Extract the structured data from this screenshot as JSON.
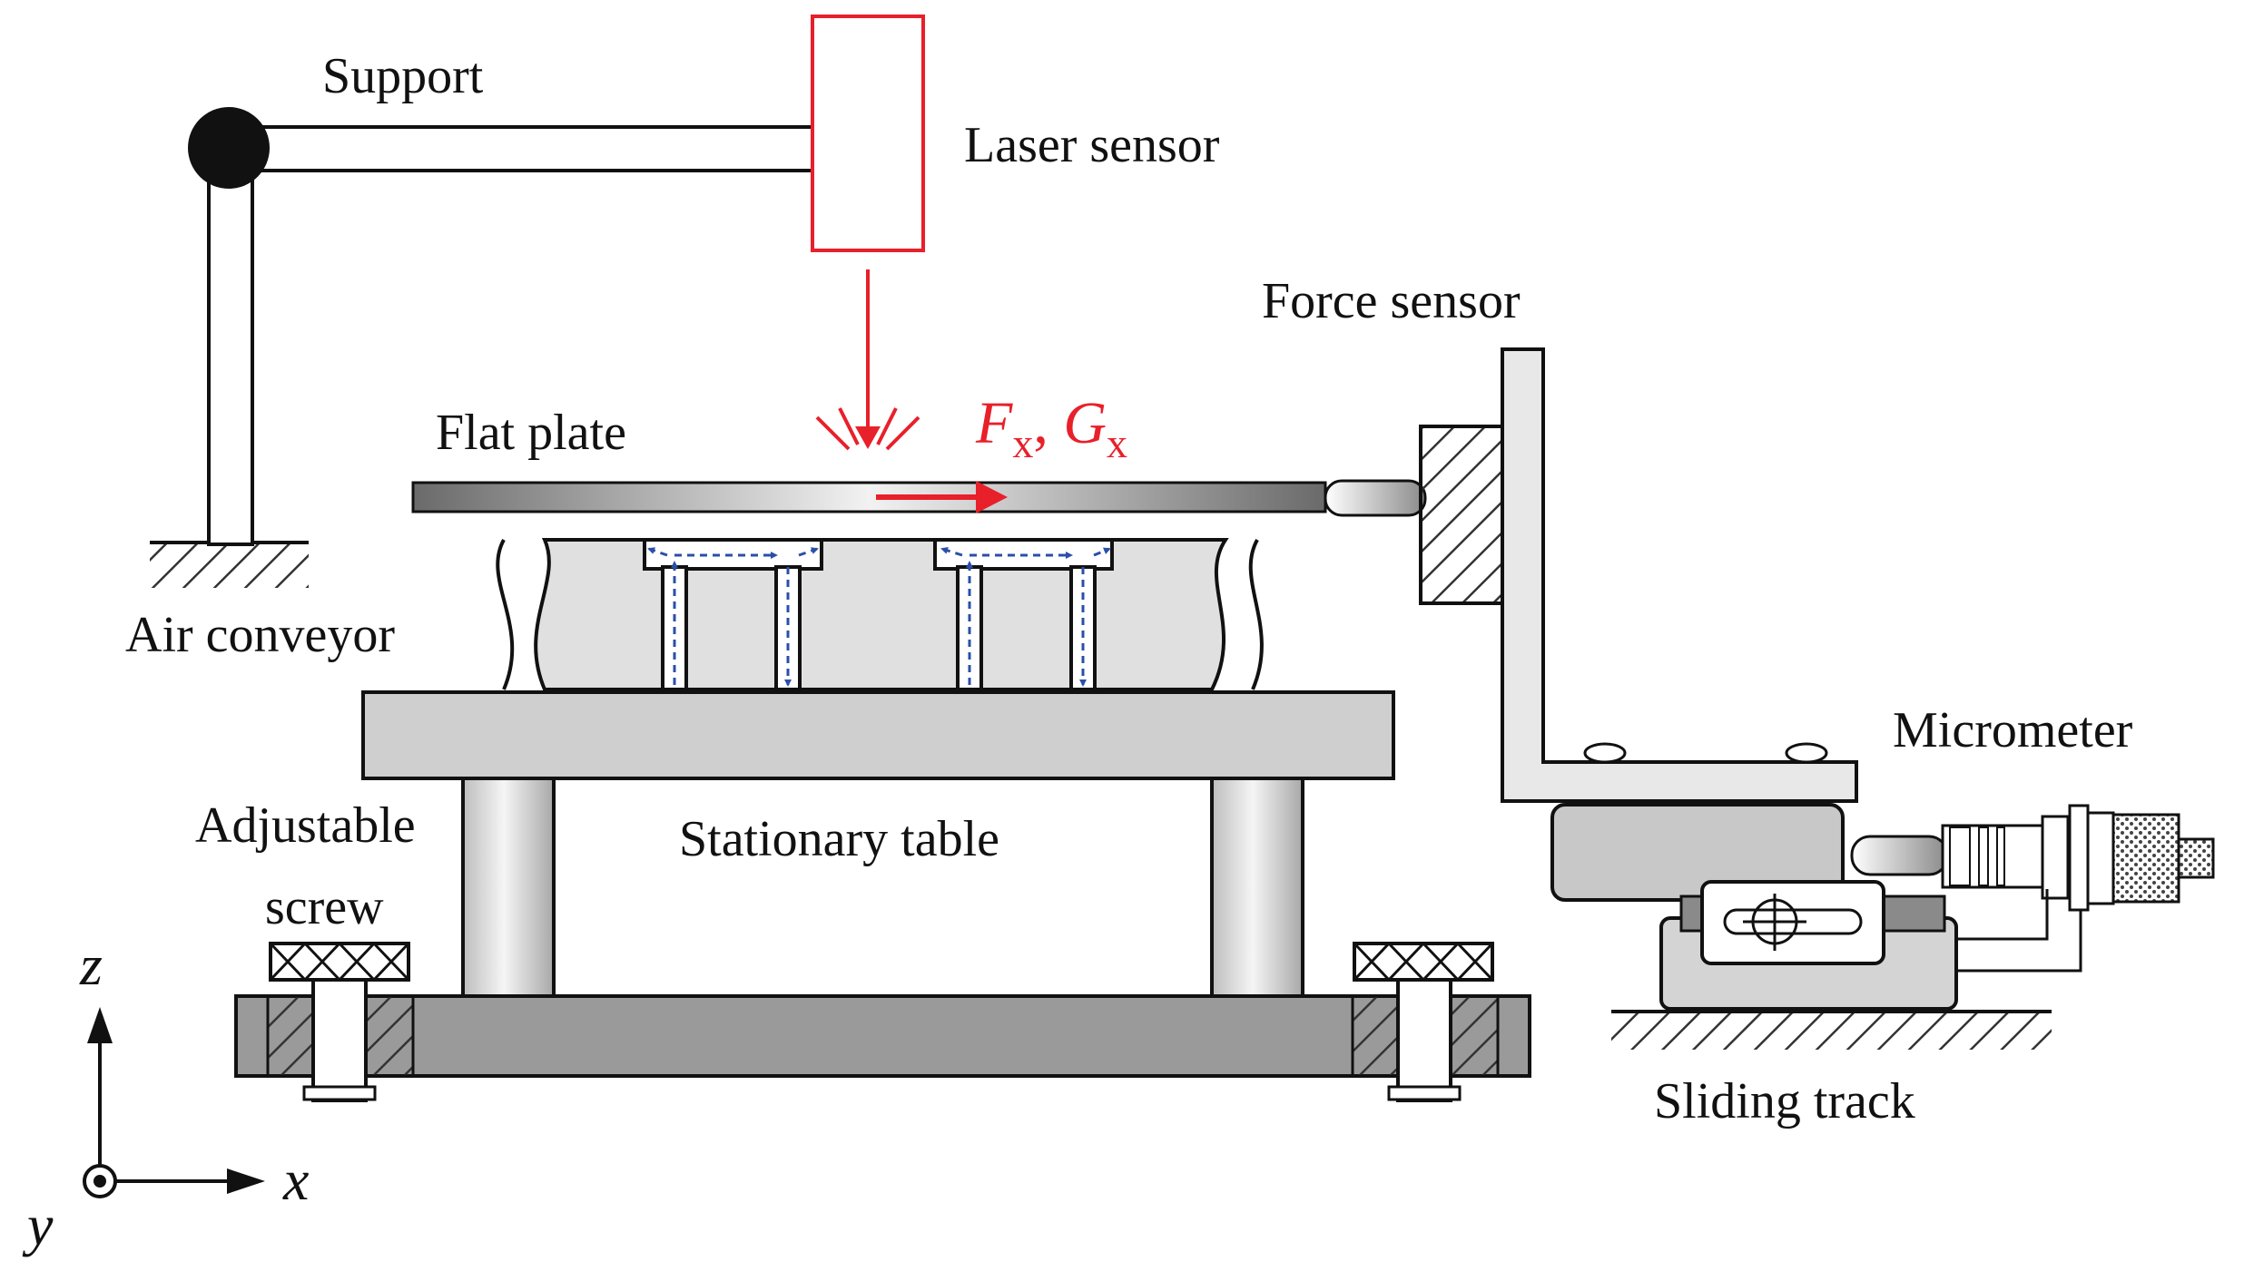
{
  "labels": {
    "support": "Support",
    "laser_sensor": "Laser sensor",
    "force_sensor": "Force sensor",
    "flat_plate": "Flat plate",
    "air_conveyor": "Air conveyor",
    "stationary_table": "Stationary table",
    "adjustable_screw_line1": "Adjustable",
    "adjustable_screw_line2": "screw",
    "micrometer": "Micrometer",
    "sliding_track": "Sliding track"
  },
  "force_label": {
    "f_symbol": "F",
    "f_sub": "x",
    "separator": ", ",
    "g_symbol": "G",
    "g_sub": "x"
  },
  "axes": {
    "z": "z",
    "x": "x",
    "y": "y"
  },
  "colors": {
    "accent_red": "#e8202a",
    "airflow_blue": "#2b4fa8",
    "table_gray": "#c8c8c8",
    "base_gray": "#9a9a9a"
  }
}
